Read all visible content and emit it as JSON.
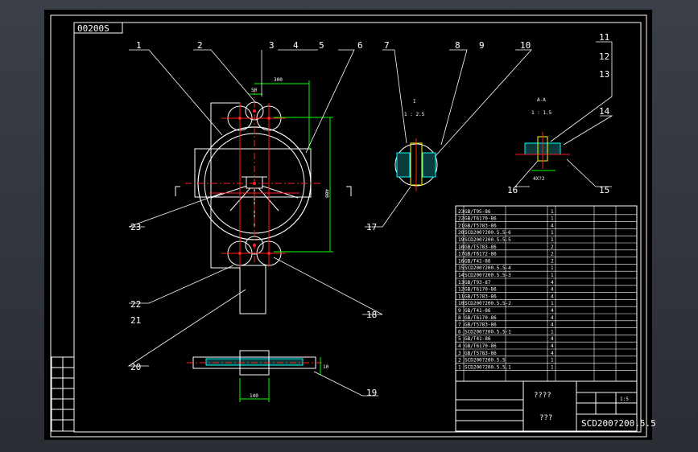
{
  "drawing": {
    "code_box": "00200S",
    "drawing_number": "SCD200?200.5.5",
    "title_name": "????",
    "title_sub": "???",
    "scale": "1:5",
    "balloons": [
      "1",
      "2",
      "3",
      "4",
      "5",
      "6",
      "7",
      "8",
      "9",
      "10",
      "11",
      "12",
      "13",
      "14",
      "15",
      "16",
      "17",
      "18",
      "19",
      "20",
      "21",
      "22",
      "23"
    ],
    "detail_1_label": "I",
    "detail_1_scale": "1 : 2.5",
    "detail_2_label": "A-A",
    "detail_2_scale": "1 : 1.5",
    "dims": {
      "d50": "50",
      "d300": "300",
      "d400": "400",
      "d140": "140",
      "d10": "10",
      "d4x2": "4X?2"
    },
    "bom_rows": [
      {
        "no": "23",
        "code": "GB/T95-86",
        "qty": "1"
      },
      {
        "no": "22",
        "code": "GB/T6170-86",
        "qty": "1"
      },
      {
        "no": "21",
        "code": "GB/T5783-86",
        "qty": "4"
      },
      {
        "no": "20",
        "code": "SCD200?200.5.5-6",
        "qty": "1"
      },
      {
        "no": "19",
        "code": "SCD200?200.5.5-5",
        "qty": "1"
      },
      {
        "no": "18",
        "code": "GB/T5783-86",
        "qty": "2"
      },
      {
        "no": "17",
        "code": "GB/T6172-86",
        "qty": "2"
      },
      {
        "no": "16",
        "code": "GB/T41-86",
        "qty": "2"
      },
      {
        "no": "15",
        "code": "SCD200?200.5.5-4",
        "qty": "1"
      },
      {
        "no": "14",
        "code": "SCD200?200.5.5-3",
        "qty": "1"
      },
      {
        "no": "13",
        "code": "GB/T93-87",
        "qty": "4"
      },
      {
        "no": "12",
        "code": "GB/T6170-86",
        "qty": "4"
      },
      {
        "no": "11",
        "code": "GB/T5783-86",
        "qty": "4"
      },
      {
        "no": "10",
        "code": "SCD200?200.5.5-2",
        "qty": "1"
      },
      {
        "no": "9",
        "code": "GB/T41-86",
        "qty": "4"
      },
      {
        "no": "8",
        "code": "GB/T6170-86",
        "qty": "4"
      },
      {
        "no": "7",
        "code": "GB/T5783-86",
        "qty": "4"
      },
      {
        "no": "6",
        "code": "SCD200?200.5.5-1",
        "qty": "1"
      },
      {
        "no": "5",
        "code": "GB/T41-86",
        "qty": "4"
      },
      {
        "no": "4",
        "code": "GB/T6170-86",
        "qty": "4"
      },
      {
        "no": "3",
        "code": "GB/T5783-86",
        "qty": "4"
      },
      {
        "no": "2",
        "code": "SCD200?200.5.5",
        "qty": "1"
      },
      {
        "no": "1",
        "code": "SCD200?200.5.5.1",
        "qty": "1"
      }
    ]
  },
  "colors": {
    "line": "#ffffff",
    "dim": "#00ff00",
    "center": "#ff2020",
    "hatch": "#00ffff",
    "part": "#ffff00"
  }
}
